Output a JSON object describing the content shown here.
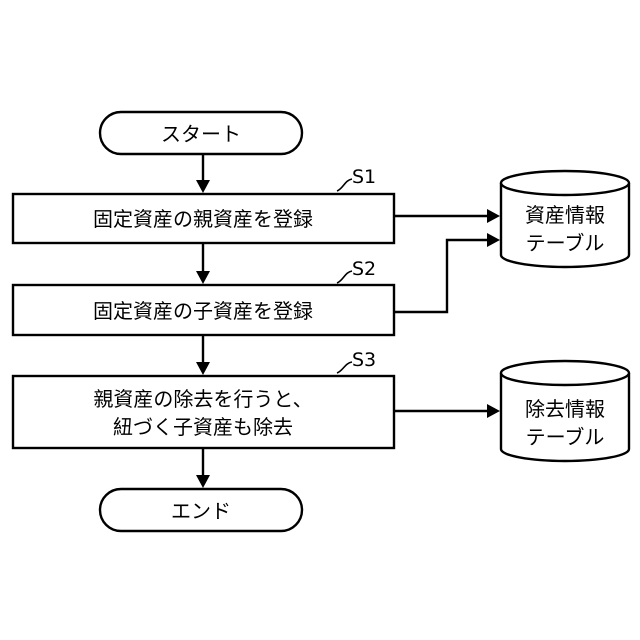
{
  "flow": {
    "start": "スタート",
    "end": "エンド",
    "steps": [
      {
        "id": "S1",
        "lines": [
          "固定資産の親資産を登録"
        ]
      },
      {
        "id": "S2",
        "lines": [
          "固定資産の子資産を登録"
        ]
      },
      {
        "id": "S3",
        "lines": [
          "親資産の除去を行うと、",
          "紐づく子資産も除去"
        ]
      }
    ]
  },
  "databases": [
    {
      "lines": [
        "資産情報",
        "テーブル"
      ]
    },
    {
      "lines": [
        "除去情報",
        "テーブル"
      ]
    }
  ]
}
